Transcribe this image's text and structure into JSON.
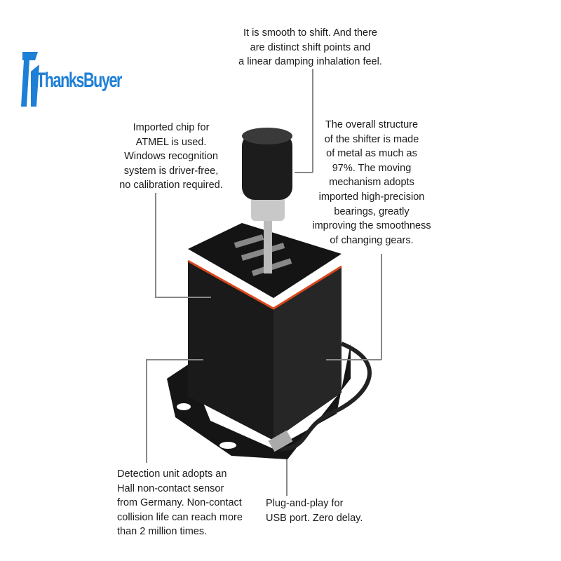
{
  "brand": {
    "logo_text": "ThanksBuyer",
    "color": "#1e7fd6"
  },
  "annotations": {
    "top": [
      "It is smooth to shift. And there",
      "are distinct shift points and",
      "a linear damping inhalation feel."
    ],
    "left": [
      "Imported chip for",
      "ATMEL is used.",
      "Windows recognition",
      "system is driver-free,",
      "no calibration required."
    ],
    "right": [
      "The overall structure",
      "of the shifter is made",
      "of metal as much as",
      "97%. The moving",
      "mechanism adopts",
      "imported high-precision",
      "bearings, greatly",
      "improving the smoothness",
      "of changing gears."
    ],
    "bottom_left": [
      "Detection unit adopts an",
      "Hall non-contact sensor",
      "from Germany. Non-contact",
      "collision life can reach more",
      "than 2 million times."
    ],
    "bottom_right": [
      "Plug-and-play for",
      "USB port. Zero delay."
    ]
  },
  "colors": {
    "accent": "#d9471f",
    "body": "#1b1b1b"
  }
}
